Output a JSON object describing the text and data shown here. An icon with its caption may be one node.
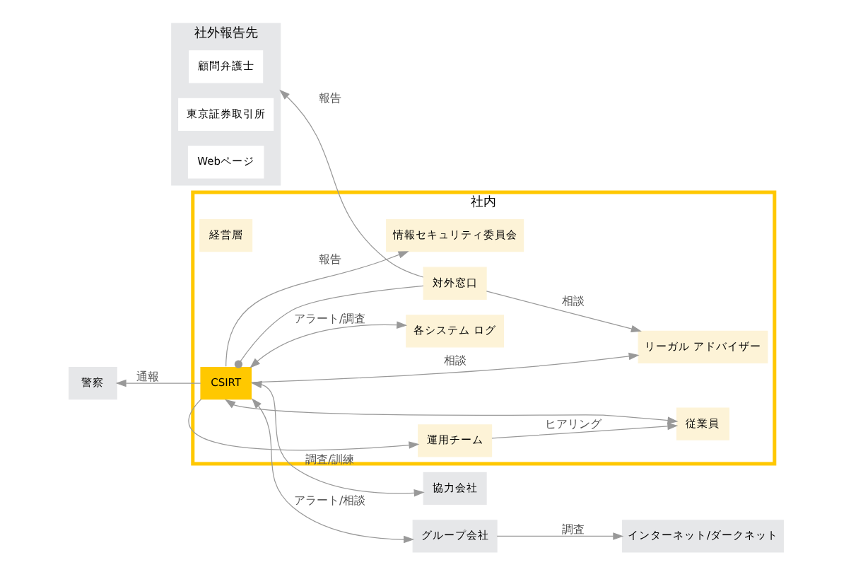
{
  "diagram": {
    "nodes": [
      {
        "text": [
          "社内"
        ]
      },
      {
        "text": [
          "経営層"
        ],
        "in": 0
      },
      {
        "text": [
          "情報セキュリティ委員会"
        ],
        "in": 0
      },
      {
        "text": [
          "対外窓口"
        ],
        "in": 0
      },
      {
        "text": [
          "CSIRT"
        ],
        "in": 0
      },
      {
        "text": [
          "各システム ログ"
        ],
        "in": 0
      },
      {
        "text": [
          "リーガル アドバイザー"
        ],
        "in": 0
      },
      {
        "text": [
          "運用チーム"
        ],
        "in": 0
      },
      {
        "text": [
          "従業員"
        ],
        "in": 0
      },
      {
        "text": [
          "社外報告先"
        ]
      },
      {
        "text": [
          "顧問弁護士"
        ],
        "in": 9
      },
      {
        "text": [
          "東京証券取引所"
        ],
        "in": 9
      },
      {
        "text": [
          "Webページ"
        ],
        "in": 9
      },
      {
        "text": [
          "警察"
        ]
      },
      {
        "text": [
          "協力会社"
        ]
      },
      {
        "text": [
          "グループ会社"
        ]
      },
      {
        "text": [
          "インターネット/ダークネット"
        ]
      }
    ],
    "edges": [
      {
        "from": 4,
        "to": 2,
        "arrow": "to",
        "label": "報告"
      },
      {
        "from": 3,
        "to": 9,
        "arrow": "to",
        "label": "報告"
      },
      {
        "from": 4,
        "to": 3,
        "arrow": "other"
      },
      {
        "from": 4,
        "to": 5,
        "arrow": "both",
        "label": "アラート/調査"
      },
      {
        "from": 3,
        "to": 6,
        "arrow": "to",
        "label": "相談"
      },
      {
        "from": 4,
        "to": 6,
        "arrow": "to",
        "label": "相談"
      },
      {
        "from": 4,
        "to": 14,
        "arrow": "both",
        "label": "調査/訓練"
      },
      {
        "from": 4,
        "to": 13,
        "arrow": "to",
        "label": "通報"
      },
      {
        "from": 4,
        "to": 15,
        "arrow": "both",
        "label": "アラート/相談"
      },
      {
        "from": 4,
        "to": 7,
        "arrow": "to"
      },
      {
        "from": 4,
        "to": 8,
        "arrow": "both"
      },
      {
        "from": 7,
        "to": 8,
        "arrow": "to",
        "label": "ヒアリング"
      },
      {
        "from": 15,
        "to": 16,
        "arrow": "to",
        "label": "調査"
      }
    ]
  }
}
